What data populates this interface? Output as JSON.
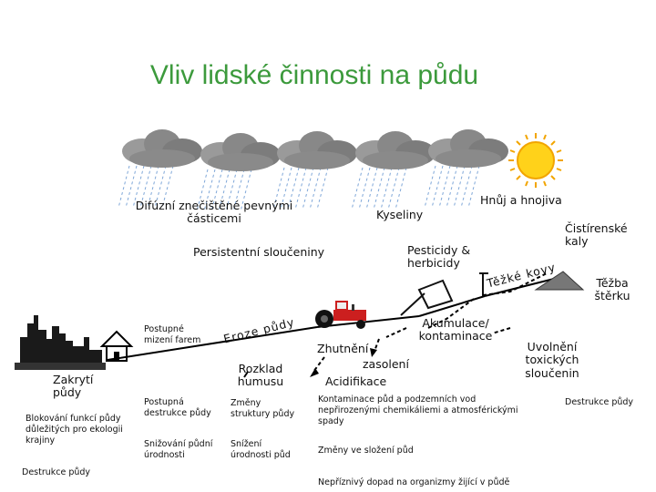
{
  "title": "Vliv lidské činnosti na půdu",
  "labels": {
    "diffuse": "Difúzní znečištěné pevnými částicemi",
    "kyseliny": "Kyseliny",
    "hnuj": "Hnůj a hnojiva",
    "cistirenske": "Čistírenské kaly",
    "persistentni": "Persistentní sloučeniny",
    "pesticidy": "Pesticidy & herbicidy",
    "tezke_kovy": "Těžké kovy",
    "tezba": "Těžba štěrku",
    "postupne_farem": "Postupné mizení farem",
    "eroze": "Eroze půdy",
    "akumulace": "Akumulace/ kontaminace",
    "zhutneni": "Zhutnění",
    "zasoleni": "zasolení",
    "acidifikace": "Acidifikace",
    "uvolneni": "Uvolnění toxických sloučenin",
    "rozklad": "Rozklad humusu",
    "zakryti": "Zakrytí půdy",
    "blokovani": "Blokování funkcí půdy důležitých pro ekologii krajiny",
    "destrukce_left": "Destrukce půdy",
    "postupna_destrukce": "Postupná destrukce půdy",
    "zmeny_struktury": "Změny struktury půdy",
    "kontaminace": "Kontaminace půd a podzemních vod nepřirozenými chemikáliemi a atmosférickými spady",
    "destrukce_right": "Destrukce půdy",
    "snizovani": "Snižování půdní úrodnosti",
    "snizeni": "Snížení úrodnosti půd",
    "zmeny_slozeni": "Změny ve složení půd",
    "nepriznivy": "Nepříznivý dopad na organizmy žijící v půdě"
  },
  "colors": {
    "title": "#3c9a3c",
    "cloud": "#8a8a8a",
    "rain": "#7fa7d8",
    "sun": "#ffd21a",
    "tractor": "#cc1f1f"
  },
  "icons": [
    "cloud-icon",
    "sun-icon",
    "city-skyline-icon",
    "farm-icon",
    "tractor-icon",
    "sprayer-icon"
  ]
}
